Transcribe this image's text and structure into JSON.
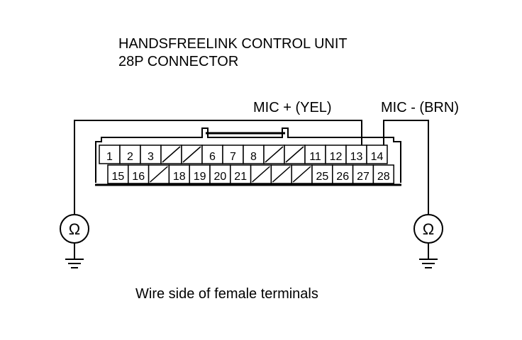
{
  "title": {
    "line1": "HANDSFREELINK CONTROL UNIT",
    "line2": "28P CONNECTOR"
  },
  "wires": {
    "left_label": "MIC +  (YEL)",
    "right_label": "MIC -  (BRN)",
    "left_terminal": "13",
    "right_terminal": "14"
  },
  "connector": {
    "top_row": [
      "1",
      "2",
      "3",
      "",
      "",
      "6",
      "7",
      "8",
      "",
      "",
      "11",
      "12",
      "13",
      "14"
    ],
    "bottom_row": [
      "15",
      "16",
      "",
      "18",
      "19",
      "20",
      "21",
      "",
      "",
      "",
      "25",
      "26",
      "27",
      "28"
    ]
  },
  "meters": {
    "left_symbol": "Ω",
    "right_symbol": "Ω"
  },
  "caption": "Wire side of female terminals"
}
